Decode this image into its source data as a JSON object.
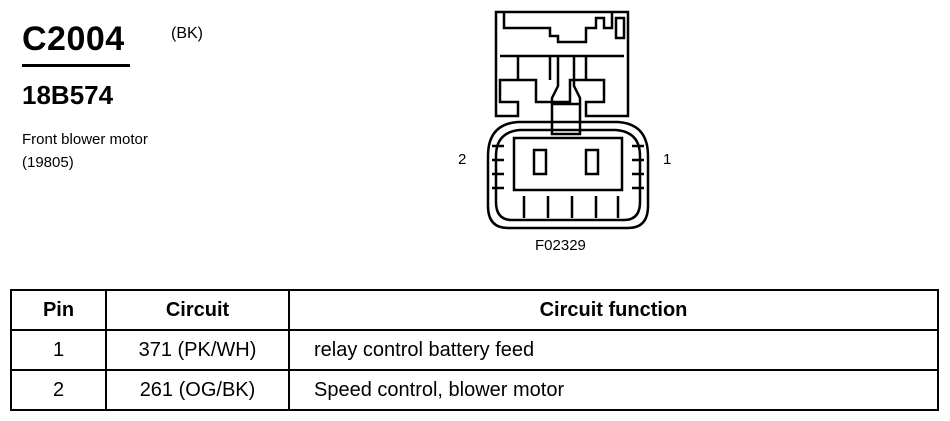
{
  "header": {
    "connector_id": "C2004",
    "connector_color": "(BK)",
    "part_number": "18B574",
    "description_line1": "Front blower motor",
    "description_line2": "(19805)"
  },
  "diagram": {
    "pin_label_left": "2",
    "pin_label_right": "1",
    "figure_id": "F02329"
  },
  "table": {
    "headers": [
      "Pin",
      "Circuit",
      "Circuit function"
    ],
    "rows": [
      {
        "pin": "1",
        "circuit": "371 (PK/WH)",
        "function": "relay control battery feed"
      },
      {
        "pin": "2",
        "circuit": "261 (OG/BK)",
        "function": "Speed control, blower motor"
      }
    ]
  }
}
